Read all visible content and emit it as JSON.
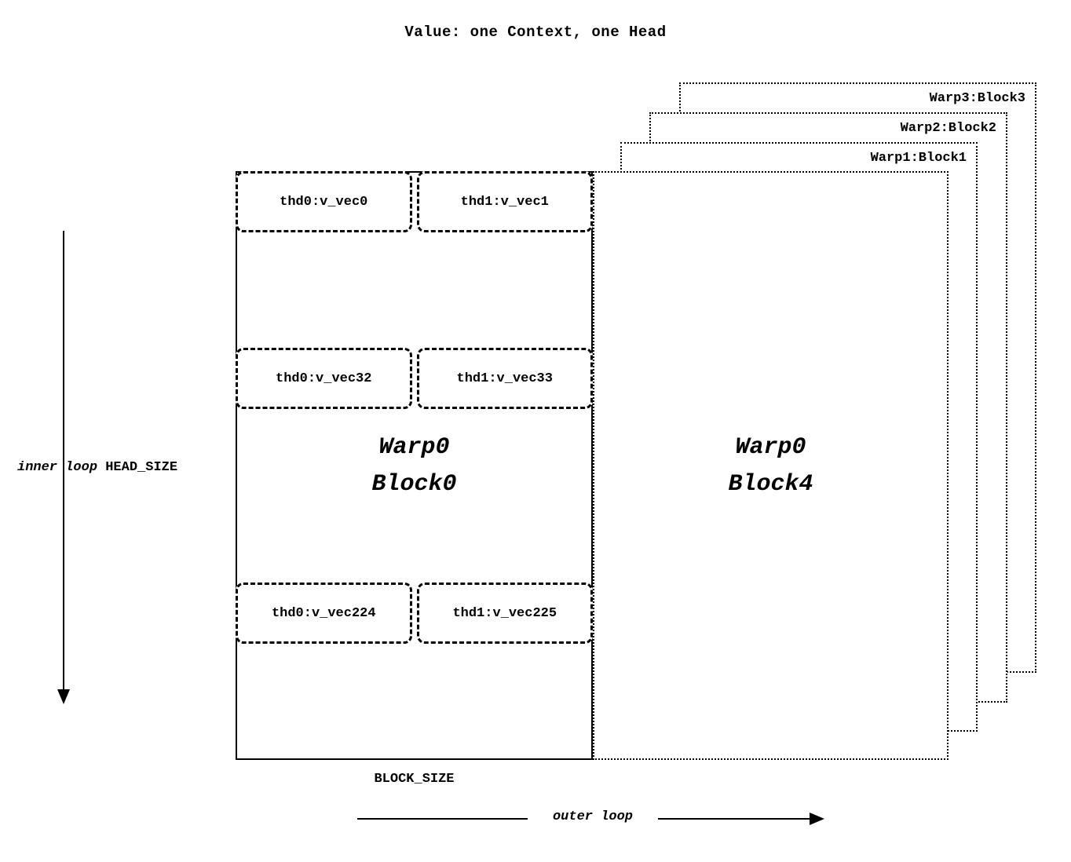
{
  "title": "Value: one Context, one Head",
  "blocks": {
    "block0": {
      "name_line1": "Warp0",
      "name_line2": "Block0"
    },
    "block4": {
      "name_line1": "Warp0",
      "name_line2": "Block4"
    },
    "stacked": [
      "Warp1:Block1",
      "Warp2:Block2",
      "Warp3:Block3"
    ]
  },
  "thread_rows": [
    {
      "left": "thd0:v_vec0",
      "right": "thd1:v_vec1"
    },
    {
      "left": "thd0:v_vec32",
      "right": "thd1:v_vec33"
    },
    {
      "left": "thd0:v_vec224",
      "right": "thd1:v_vec225"
    }
  ],
  "labels": {
    "inner_loop": "inner loop",
    "head_size": "HEAD_SIZE",
    "block_size": "BLOCK_SIZE",
    "outer_loop": "outer loop"
  }
}
